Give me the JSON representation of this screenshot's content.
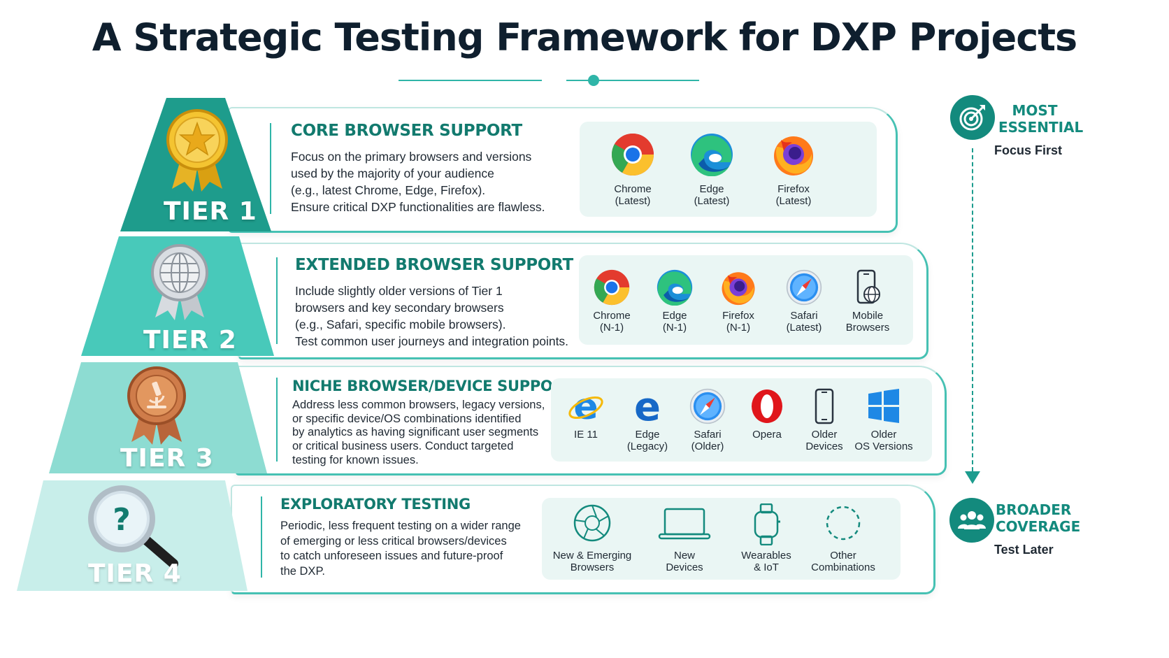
{
  "title": "A Strategic Testing Framework for DXP Projects",
  "colors": {
    "tier1": "#1e9c8c",
    "tier2": "#48c9ba",
    "tier3": "#8ddcd2",
    "tier4": "#c8eeea",
    "accent": "#138a7d"
  },
  "tiers": [
    {
      "label": "TIER 1",
      "badge": "gold-star-medal-icon",
      "heading": "CORE BROWSER SUPPORT",
      "description": [
        "Focus on the primary browsers and versions",
        "used by the majority of your audience",
        "(e.g., latest Chrome, Edge, Firefox).",
        "Ensure critical DXP functionalities are flawless."
      ],
      "items": [
        {
          "icon": "chrome-icon",
          "line1": "Chrome",
          "line2": "(Latest)"
        },
        {
          "icon": "edge-icon",
          "line1": "Edge",
          "line2": "(Latest)"
        },
        {
          "icon": "firefox-icon",
          "line1": "Firefox",
          "line2": "(Latest)"
        }
      ]
    },
    {
      "label": "TIER 2",
      "badge": "silver-globe-medal-icon",
      "heading": "EXTENDED BROWSER SUPPORT",
      "description": [
        "Include slightly older versions of Tier 1",
        "browsers and key secondary browsers",
        "(e.g., Safari, specific mobile browsers).",
        "Test common user journeys and integration points."
      ],
      "items": [
        {
          "icon": "chrome-icon",
          "line1": "Chrome",
          "line2": "(N-1)"
        },
        {
          "icon": "edge-icon",
          "line1": "Edge",
          "line2": "(N-1)"
        },
        {
          "icon": "firefox-icon",
          "line1": "Firefox",
          "line2": "(N-1)"
        },
        {
          "icon": "safari-icon",
          "line1": "Safari",
          "line2": "(Latest)"
        },
        {
          "icon": "mobile-globe-icon",
          "line1": "Mobile",
          "line2": "Browsers"
        }
      ]
    },
    {
      "label": "TIER 3",
      "badge": "bronze-microscope-medal-icon",
      "heading": "NICHE BROWSER/DEVICE SUPPORT",
      "description": [
        "Address less common browsers, legacy versions,",
        "or specific device/OS combinations identified",
        "by analytics as having significant user segments",
        "or critical business users. Conduct targeted",
        "testing for known issues."
      ],
      "items": [
        {
          "icon": "ie-icon",
          "line1": "IE 11",
          "line2": ""
        },
        {
          "icon": "edge-legacy-icon",
          "line1": "Edge",
          "line2": "(Legacy)"
        },
        {
          "icon": "safari-icon",
          "line1": "Safari",
          "line2": "(Older)"
        },
        {
          "icon": "opera-icon",
          "line1": "Opera",
          "line2": ""
        },
        {
          "icon": "phone-icon",
          "line1": "Older",
          "line2": "Devices"
        },
        {
          "icon": "windows-icon",
          "line1": "Older",
          "line2": "OS Versions"
        }
      ]
    },
    {
      "label": "TIER 4",
      "badge": "magnifier-question-icon",
      "heading": "EXPLORATORY TESTING",
      "description": [
        "Periodic, less frequent testing on a wider range",
        "of emerging or less critical browsers/devices",
        "to catch unforeseen issues and future-proof",
        "the DXP."
      ],
      "items": [
        {
          "icon": "aperture-icon",
          "line1": "New & Emerging",
          "line2": "Browsers"
        },
        {
          "icon": "laptop-icon",
          "line1": "New",
          "line2": "Devices"
        },
        {
          "icon": "smartwatch-icon",
          "line1": "Wearables",
          "line2": "& IoT"
        },
        {
          "icon": "dashed-circle-icon",
          "line1": "Other",
          "line2": "Combinations"
        }
      ]
    }
  ],
  "scale": {
    "top": {
      "title_line1": "MOST",
      "title_line2": "ESSENTIAL",
      "subtitle": "Focus First",
      "icon": "target-icon"
    },
    "bottom": {
      "title_line1": "BROADER",
      "title_line2": "COVERAGE",
      "subtitle": "Test Later",
      "icon": "users-group-icon"
    }
  }
}
